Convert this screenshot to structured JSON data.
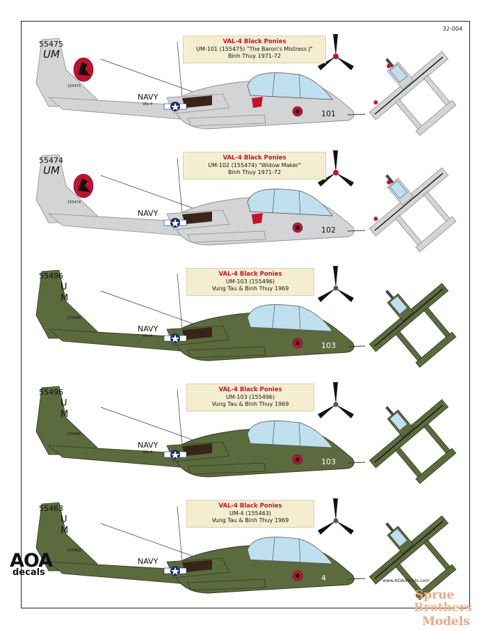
{
  "sheet_code": "32-004",
  "site": "www.AOAdecals.com",
  "logo": {
    "line1": "AOA",
    "line2": "decals"
  },
  "watermark": {
    "line1": "Sprue",
    "line2": "Brothers",
    "line3": "Models"
  },
  "colors": {
    "grey": "#d2d4d6",
    "green": "#5b6b3e",
    "title_red": "#c8102e",
    "label_bg": "#f3eed0",
    "canopy": "#bfe0ee"
  },
  "profiles": [
    {
      "scheme": "grey",
      "title": "VAL-4 Black Ponies",
      "line2": "UM-101 (155475) \"The Baron's Mistress J\"",
      "line3": "Binh Thuy 1971-72",
      "serial": "55475",
      "code": "UM",
      "tail_small": "155475",
      "side_number": "101",
      "navy": "NAVY",
      "unit": "VAL-4"
    },
    {
      "scheme": "grey",
      "title": "VAL-4 Black Ponies",
      "line2": "UM-102 (155474) \"Widow Maker\"",
      "line3": "Binh Thuy 1971-72",
      "serial": "55474",
      "code": "UM",
      "tail_small": "155474",
      "side_number": "102",
      "navy": "NAVY",
      "unit": ""
    },
    {
      "scheme": "green",
      "title": "VAL-4 Black Ponies",
      "line2": "UM-103 (155496)",
      "line3": "Vung Tau & Binh Thuy 1969",
      "serial": "55496",
      "code": "UM",
      "tail_small": "155496",
      "side_number": "103",
      "navy": "NAVY",
      "unit": "VAL-4"
    },
    {
      "scheme": "green",
      "title": "VAL-4 Black Ponies",
      "line2": "UM-103 (155496)",
      "line3": "Vung Tau & Binh Thuy 1969",
      "serial": "55496",
      "code": "UM",
      "tail_small": "155496",
      "side_number": "103",
      "navy": "NAVY",
      "unit": "VAL-4"
    },
    {
      "scheme": "green",
      "title": "VAL-4 Black Ponies",
      "line2": "UM-4 (155463)",
      "line3": "Vung Tau & Binh Thuy 1969",
      "serial": "55463",
      "code": "UM",
      "tail_small": "155463",
      "side_number": "4",
      "navy": "NAVY",
      "unit": ""
    }
  ]
}
